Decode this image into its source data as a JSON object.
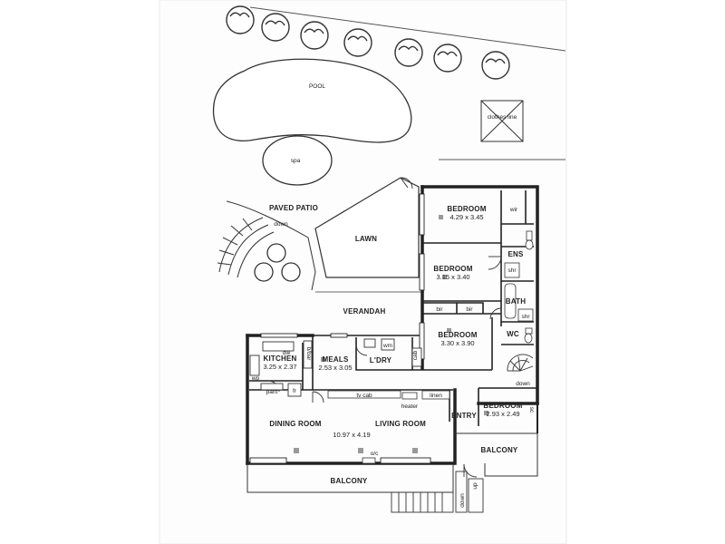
{
  "outdoor": {
    "pool": "POOL",
    "spa": "spa",
    "clothes_line": "clothes line",
    "paved_patio": "PAVED PATIO",
    "patio_down": "down",
    "lawn": "LAWN",
    "verandah": "VERANDAH"
  },
  "rooms": {
    "bedroom1": {
      "name": "BEDROOM",
      "dims": "4.29 x 3.45"
    },
    "bedroom2": {
      "name": "BEDROOM",
      "dims": "3.15 x 3.40"
    },
    "bedroom3": {
      "name": "BEDROOM",
      "dims": "3.30 x 3.90"
    },
    "bedroom4": {
      "name": "BEDROOM",
      "dims": "2.93 x 2.49"
    },
    "kitchen": {
      "name": "KITCHEN",
      "dims": "3.25 x 2.37"
    },
    "meals": {
      "name": "MEALS",
      "dims": "2.53 x 3.05"
    },
    "laundry": {
      "name": "L'DRY"
    },
    "ens": {
      "name": "ENS"
    },
    "bath": {
      "name": "BATH"
    },
    "wc": {
      "name": "WC"
    },
    "entry": {
      "name": "ENTRY"
    },
    "dining": {
      "name": "DINING ROOM"
    },
    "living": {
      "name": "LIVING ROOM",
      "dims": "10.97 x 4.19"
    }
  },
  "fixtures": {
    "wir": "wir",
    "shr1": "shr",
    "shr2": "shr",
    "bir1": "bir",
    "bir2": "bir",
    "wm": "wm",
    "cab": "cab",
    "dw": "dw",
    "wp": "wp",
    "pant": "pant",
    "fr": "fr",
    "b_bar": "b/bar",
    "tv_cab": "tv cab",
    "linen": "linen",
    "heater": "heater",
    "oc": "o/c",
    "stairs_down": "down",
    "sc": "sc"
  },
  "balconies": {
    "front": "BALCONY",
    "side": "BALCONY",
    "up": "up",
    "down": "down"
  }
}
